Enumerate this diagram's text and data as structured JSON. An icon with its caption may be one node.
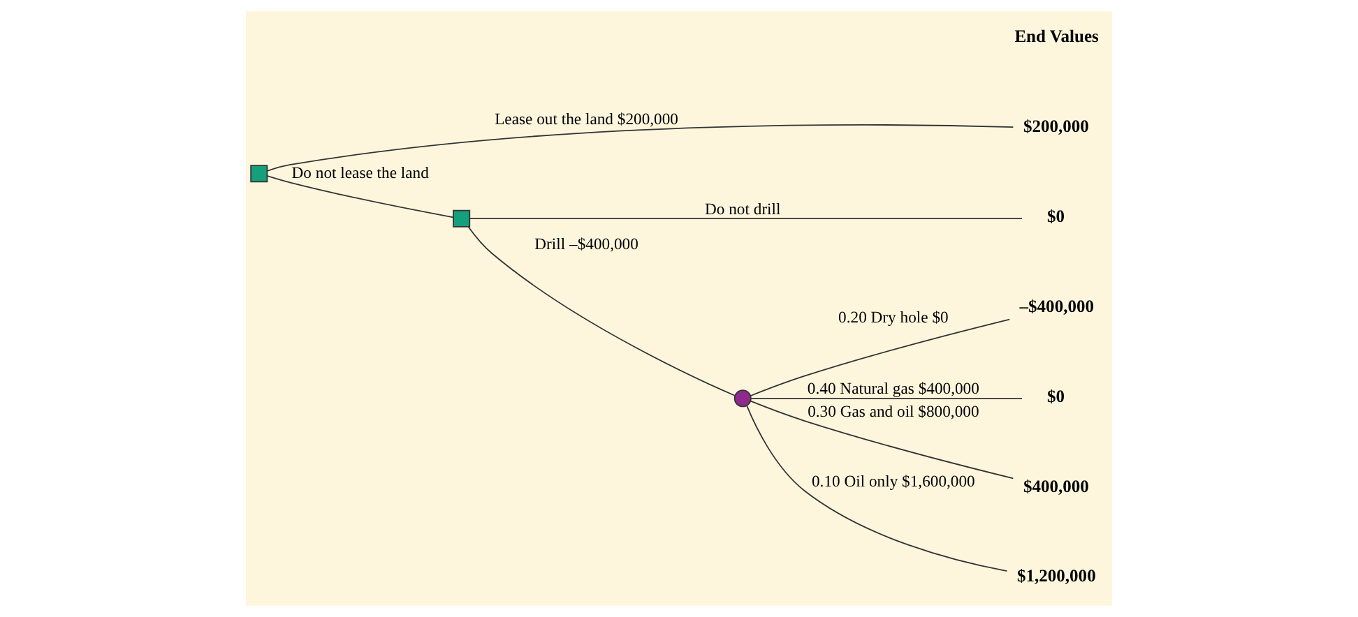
{
  "diagram": {
    "nodes": [
      {
        "text": [],
        "shape": "box"
      },
      {
        "text": [
          "$200,000"
        ]
      },
      {
        "text": [],
        "shape": "box"
      },
      {
        "text": [
          "$0"
        ]
      },
      {
        "text": [],
        "shape": "circle"
      },
      {
        "text": [
          "–$400,000"
        ]
      },
      {
        "text": [
          "$0"
        ]
      },
      {
        "text": [
          "$400,000"
        ]
      },
      {
        "text": [
          "$1,200,000"
        ]
      }
    ],
    "edges": [
      {
        "from": 0,
        "to": 1,
        "arrow": "none",
        "label": "Lease out the land $200,000"
      },
      {
        "from": 0,
        "to": 2,
        "arrow": "none",
        "label": "Do not lease the land"
      },
      {
        "from": 2,
        "to": 3,
        "arrow": "none",
        "label": "Do not drill"
      },
      {
        "from": 2,
        "to": 4,
        "arrow": "none",
        "label": "Drill –$400,000"
      },
      {
        "from": 4,
        "to": 5,
        "arrow": "none",
        "label": "0.20 Dry hole $0"
      },
      {
        "from": 4,
        "to": 6,
        "arrow": "none",
        "label": "0.40 Natural gas $400,000"
      },
      {
        "from": 4,
        "to": 7,
        "arrow": "none",
        "label": "0.30 Gas and oil $800,000"
      },
      {
        "from": 4,
        "to": 8,
        "arrow": "none",
        "label": "0.10 Oil only $1,600,000"
      }
    ],
    "labels": [
      "End Values"
    ]
  }
}
